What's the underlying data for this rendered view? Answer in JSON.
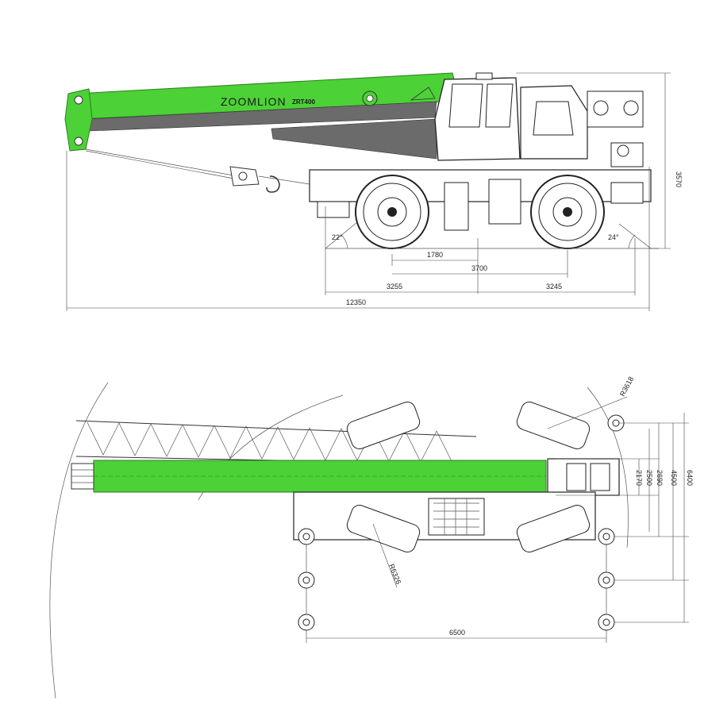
{
  "colors": {
    "boom_green": "#4cd137",
    "boom_green_dark": "#3fb52c",
    "boom_gray": "#6b6b6b",
    "line": "#333333",
    "background": "#ffffff"
  },
  "side_view": {
    "brand": "ZOOMLION",
    "model": "ZRT400",
    "dimensions": {
      "axle_offset": "1780",
      "wheelbase": "3700",
      "front_overhang": "3255",
      "rear_overhang": "3245",
      "overall_length": "12350",
      "height": "3570",
      "approach_angle": "22°",
      "departure_angle": "24°"
    }
  },
  "top_view": {
    "dimensions": {
      "tail_radius": "R3618",
      "turning_radius": "R6326",
      "width_1": "2170",
      "width_2": "2500",
      "width_3": "2690",
      "width_4": "4500",
      "width_5": "6400",
      "outrigger_span": "6500"
    }
  }
}
